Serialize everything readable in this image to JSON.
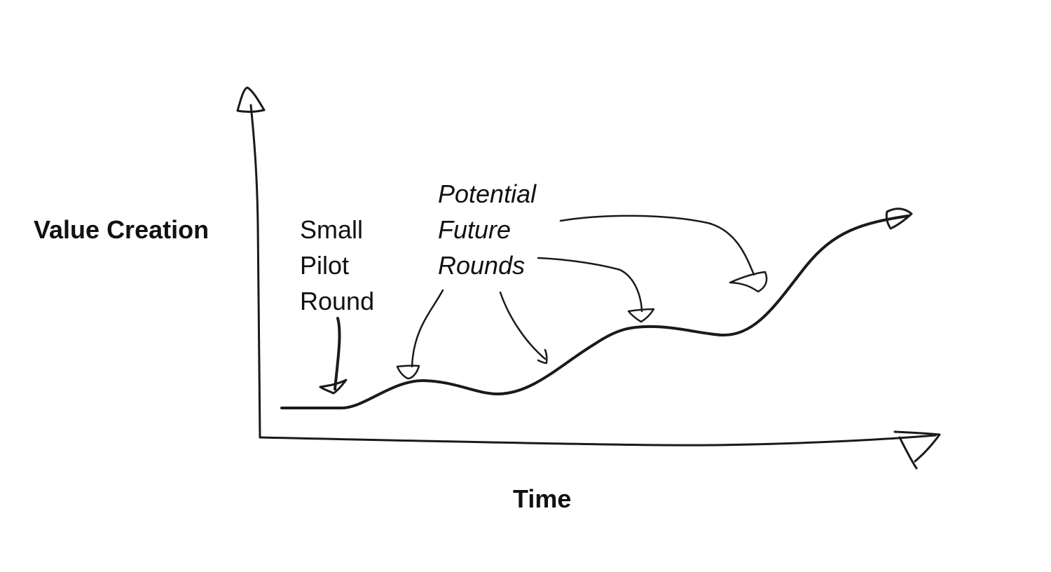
{
  "diagram": {
    "y_axis_label": "Value Creation",
    "x_axis_label": "Time",
    "pilot_note": {
      "lines": [
        "Small",
        "Pilot",
        "Round"
      ]
    },
    "future_note": {
      "lines": [
        "Potential",
        "Future",
        "Rounds"
      ]
    },
    "stroke_color": "#1a1a1a",
    "background_color": "#ffffff"
  }
}
